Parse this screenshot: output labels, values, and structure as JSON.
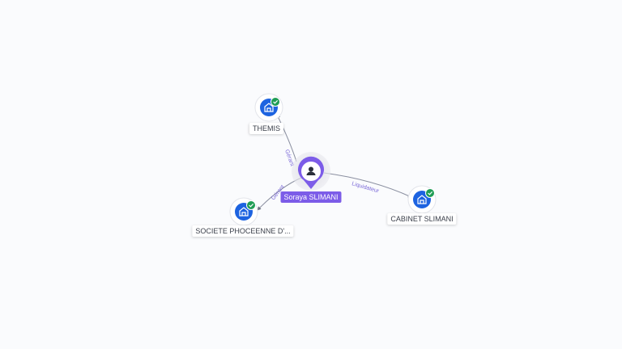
{
  "person": {
    "name": "Soraya SLIMANI",
    "icon": "person-icon",
    "color": "#7c5ce8"
  },
  "companies": [
    {
      "id": "themis",
      "label": "THEMIS",
      "icon": "company-building-icon",
      "status": "verified-check-icon"
    },
    {
      "id": "phoceenne",
      "label": "SOCIETE PHOCEENNE D'...",
      "icon": "company-building-icon",
      "status": "verified-check-icon"
    },
    {
      "id": "cabinet",
      "label": "CABINET SLIMANI",
      "icon": "company-building-icon",
      "status": "verified-check-icon"
    }
  ],
  "edges": [
    {
      "to": "themis",
      "label": "Gérant"
    },
    {
      "to": "phoceenne",
      "label": "Gérant"
    },
    {
      "to": "cabinet",
      "label": "Liquidateur"
    }
  ],
  "colors": {
    "company_node": "#1d63e0",
    "status_check": "#1f9d55",
    "edge": "#8a8fa0",
    "edge_label": "#7c6ad8"
  }
}
